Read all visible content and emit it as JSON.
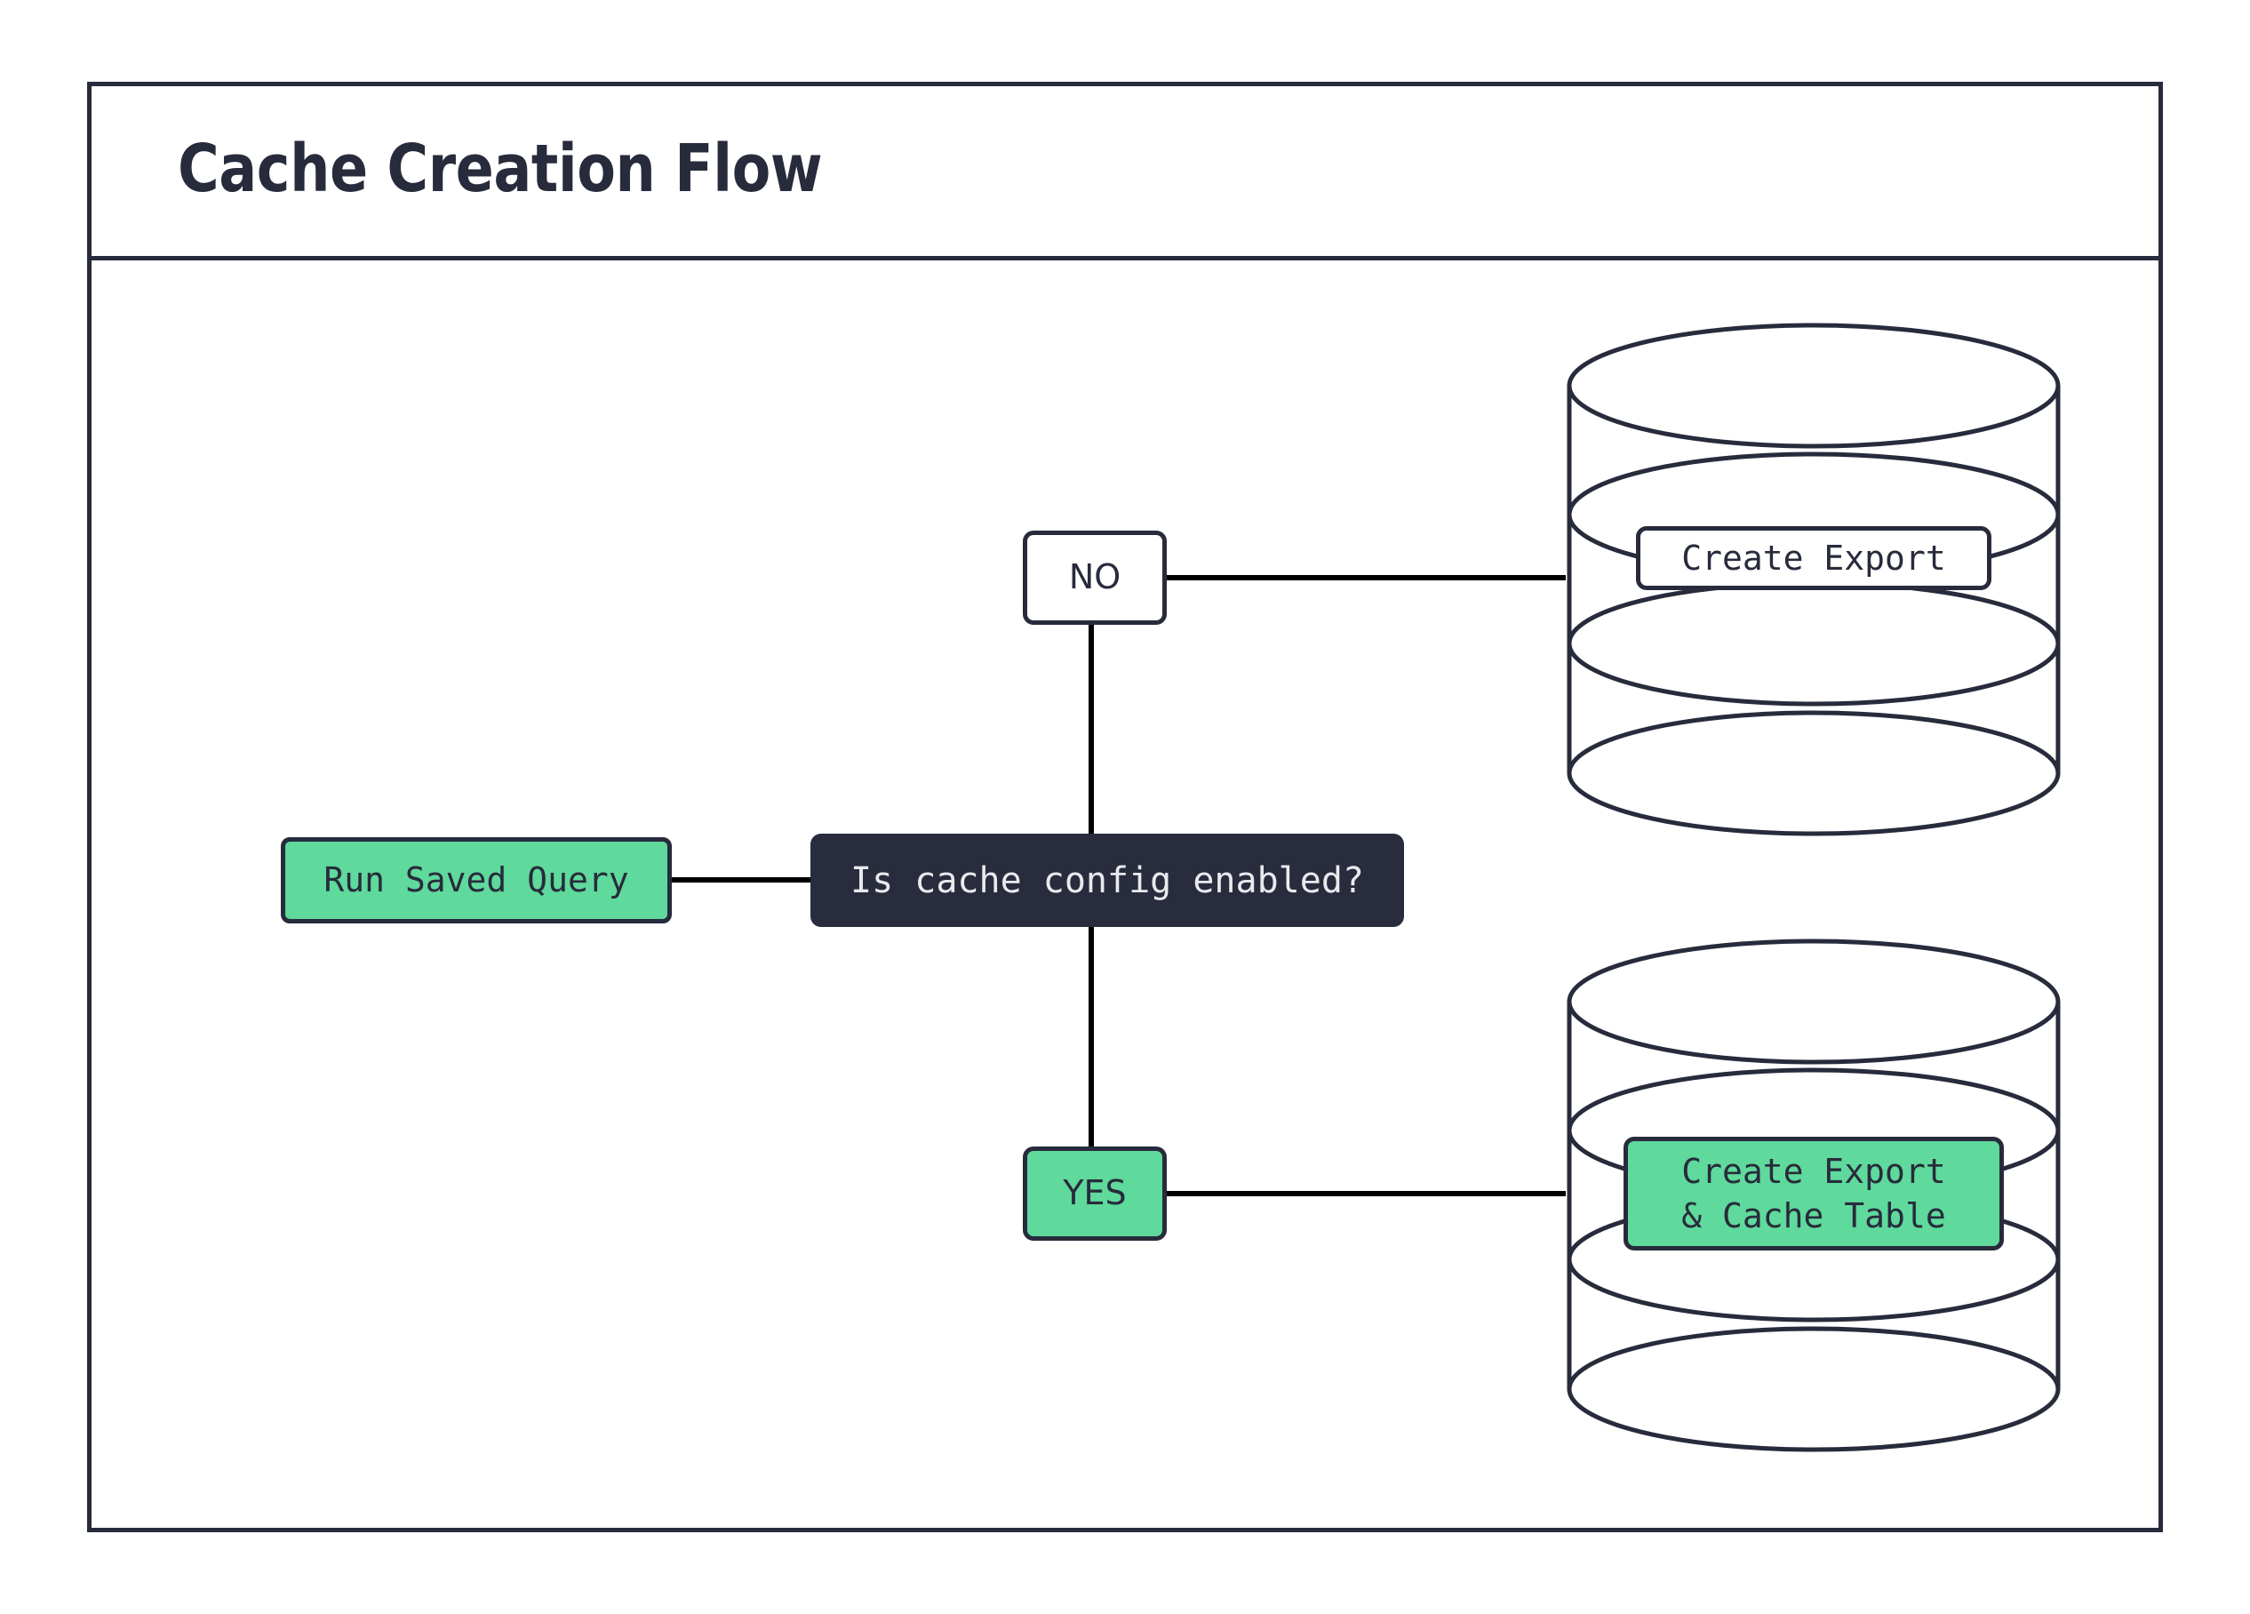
{
  "diagram": {
    "title": "Cache Creation Flow",
    "accent_green": "#5FD99C",
    "ink": "#272B3B",
    "dark_fill": "#282C3C",
    "dark_text": "#E8EAEE",
    "canvas_background": "#FFFFFF"
  },
  "nodes": {
    "run_saved_query": {
      "label": "Run Saved Query",
      "shape": "rounded-rectangle",
      "fill": "#5FD99C"
    },
    "decision": {
      "label": "Is cache config enabled?",
      "shape": "rounded-rectangle",
      "fill": "#282C3C"
    },
    "branch_no": {
      "label": "NO",
      "shape": "rounded-rectangle",
      "fill": "#FFFFFF"
    },
    "branch_yes": {
      "label": "YES",
      "shape": "rounded-rectangle",
      "fill": "#5FD99C"
    },
    "db_top": {
      "shape": "cylinder",
      "label": "Create Export",
      "label_fill": "#FFFFFF"
    },
    "db_bottom": {
      "shape": "cylinder",
      "label_line_1": "Create Export",
      "label_line_2": "& Cache Table",
      "label_fill": "#5FD99C"
    }
  },
  "edges": [
    {
      "from": "run_saved_query",
      "to": "decision",
      "style": "solid"
    },
    {
      "from": "decision",
      "to": "branch_no",
      "style": "solid"
    },
    {
      "from": "decision",
      "to": "branch_yes",
      "style": "solid"
    },
    {
      "from": "branch_no",
      "to": "db_top",
      "style": "solid"
    },
    {
      "from": "branch_yes",
      "to": "db_bottom",
      "style": "solid"
    }
  ]
}
